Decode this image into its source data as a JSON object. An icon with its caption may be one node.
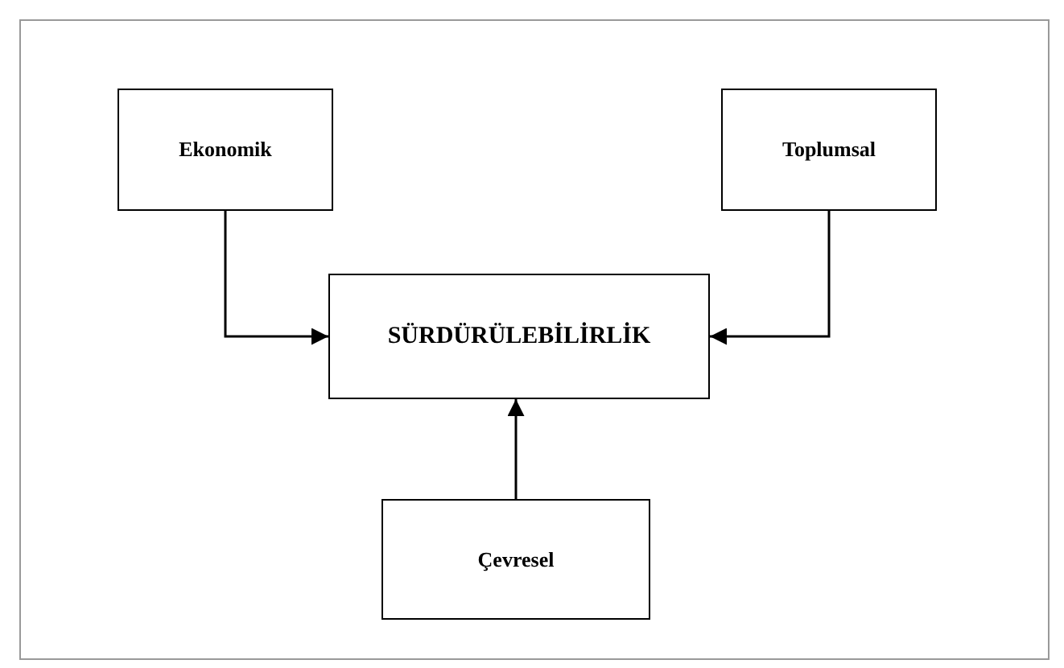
{
  "diagram": {
    "nodes": [
      {
        "text": [
          "Ekonomik"
        ]
      },
      {
        "text": [
          "Toplumsal"
        ]
      },
      {
        "text": [
          "SÜRDÜRÜLEBİLİRLİK"
        ]
      },
      {
        "text": [
          "Çevresel"
        ]
      }
    ],
    "edges": [
      {
        "from": 0,
        "to": 2,
        "arrow": "to"
      },
      {
        "from": 1,
        "to": 2,
        "arrow": "to"
      },
      {
        "from": 3,
        "to": 2,
        "arrow": "to"
      }
    ]
  }
}
